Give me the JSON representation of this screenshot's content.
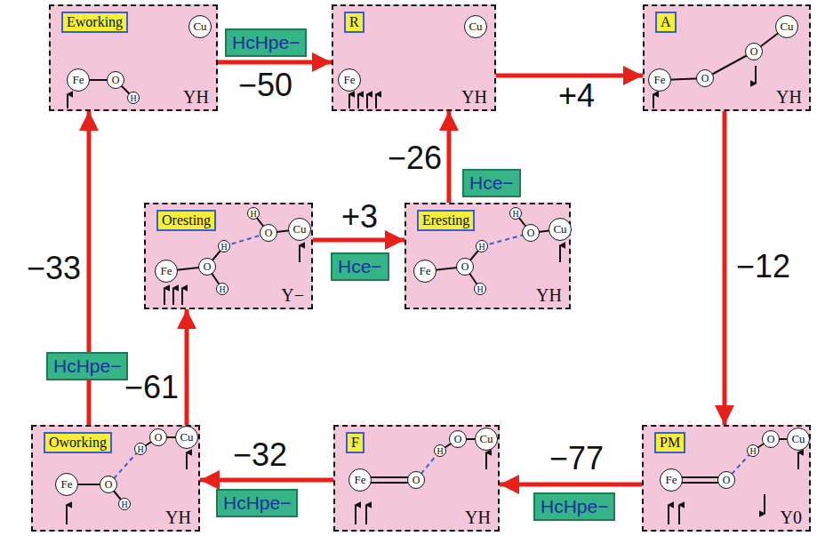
{
  "diagram": {
    "nodes": [
      {
        "text": [
          "Eworking",
          "YH"
        ]
      },
      {
        "text": [
          "R",
          "YH"
        ]
      },
      {
        "text": [
          "A",
          "YH"
        ]
      },
      {
        "text": [
          "Oresting",
          "Y−"
        ]
      },
      {
        "text": [
          "Eresting",
          "YH"
        ]
      },
      {
        "text": [
          "Oworking",
          "YH"
        ]
      },
      {
        "text": [
          "F",
          "YH"
        ]
      },
      {
        "text": [
          "PM",
          "Y0"
        ]
      }
    ],
    "edges": [
      {
        "from": 0,
        "to": 1,
        "label": "−50",
        "arrow": "to"
      },
      {
        "from": 1,
        "to": 2,
        "label": "+4",
        "arrow": "to"
      },
      {
        "from": 2,
        "to": 7,
        "label": "−12",
        "arrow": "to"
      },
      {
        "from": 7,
        "to": 6,
        "label": "−77",
        "arrow": "to"
      },
      {
        "from": 6,
        "to": 5,
        "label": "−32",
        "arrow": "to"
      },
      {
        "from": 5,
        "to": 3,
        "label": "−61",
        "arrow": "to"
      },
      {
        "from": 5,
        "to": 0,
        "label": "−33",
        "arrow": "to"
      },
      {
        "from": 4,
        "to": 1,
        "label": "−26",
        "arrow": "to"
      },
      {
        "from": 3,
        "to": 4,
        "label": "+3",
        "arrow": "to"
      }
    ],
    "labels": [
      "HcHpe−",
      "HcHpe−",
      "HcHpe−",
      "HcHpe−",
      "Hce−",
      "Hce−",
      "Fe",
      "O",
      "H",
      "Cu",
      "Fe",
      "Cu",
      "Fe",
      "O",
      "O",
      "Cu",
      "H",
      "O",
      "Cu",
      "Fe",
      "O",
      "H",
      "H",
      "H",
      "O",
      "Cu",
      "Fe",
      "O",
      "H",
      "H",
      "H",
      "O",
      "Cu",
      "Fe",
      "O",
      "H",
      "H",
      "O",
      "Cu",
      "Fe",
      "O",
      "H",
      "O",
      "Cu",
      "Fe",
      "O"
    ]
  }
}
